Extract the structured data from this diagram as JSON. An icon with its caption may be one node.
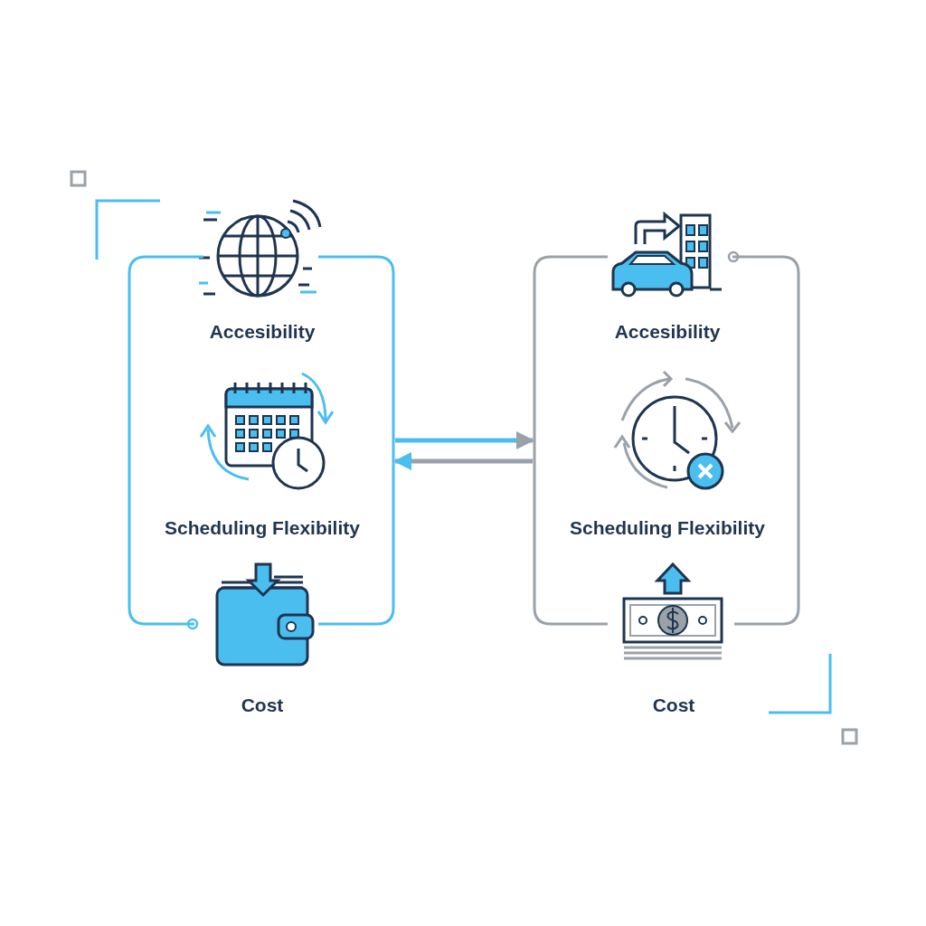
{
  "diagram": {
    "nodes": [
      {
        "text": [],
        "shape": "box"
      },
      {
        "text": [
          "Accesibility"
        ],
        "in": 0
      },
      {
        "text": [
          "Scheduling Flexibility"
        ],
        "in": 0
      },
      {
        "text": [
          "Cost"
        ]
      },
      {
        "text": [],
        "shape": "box"
      },
      {
        "text": [
          "Accesibility"
        ],
        "in": 4
      },
      {
        "text": [
          "Scheduling Flexibility"
        ],
        "in": 4
      },
      {
        "text": [
          "Cost"
        ]
      }
    ],
    "edges": [
      {
        "from": 0,
        "to": 4,
        "arrow": "to"
      },
      {
        "from": 4,
        "to": 0,
        "arrow": "to"
      }
    ]
  }
}
